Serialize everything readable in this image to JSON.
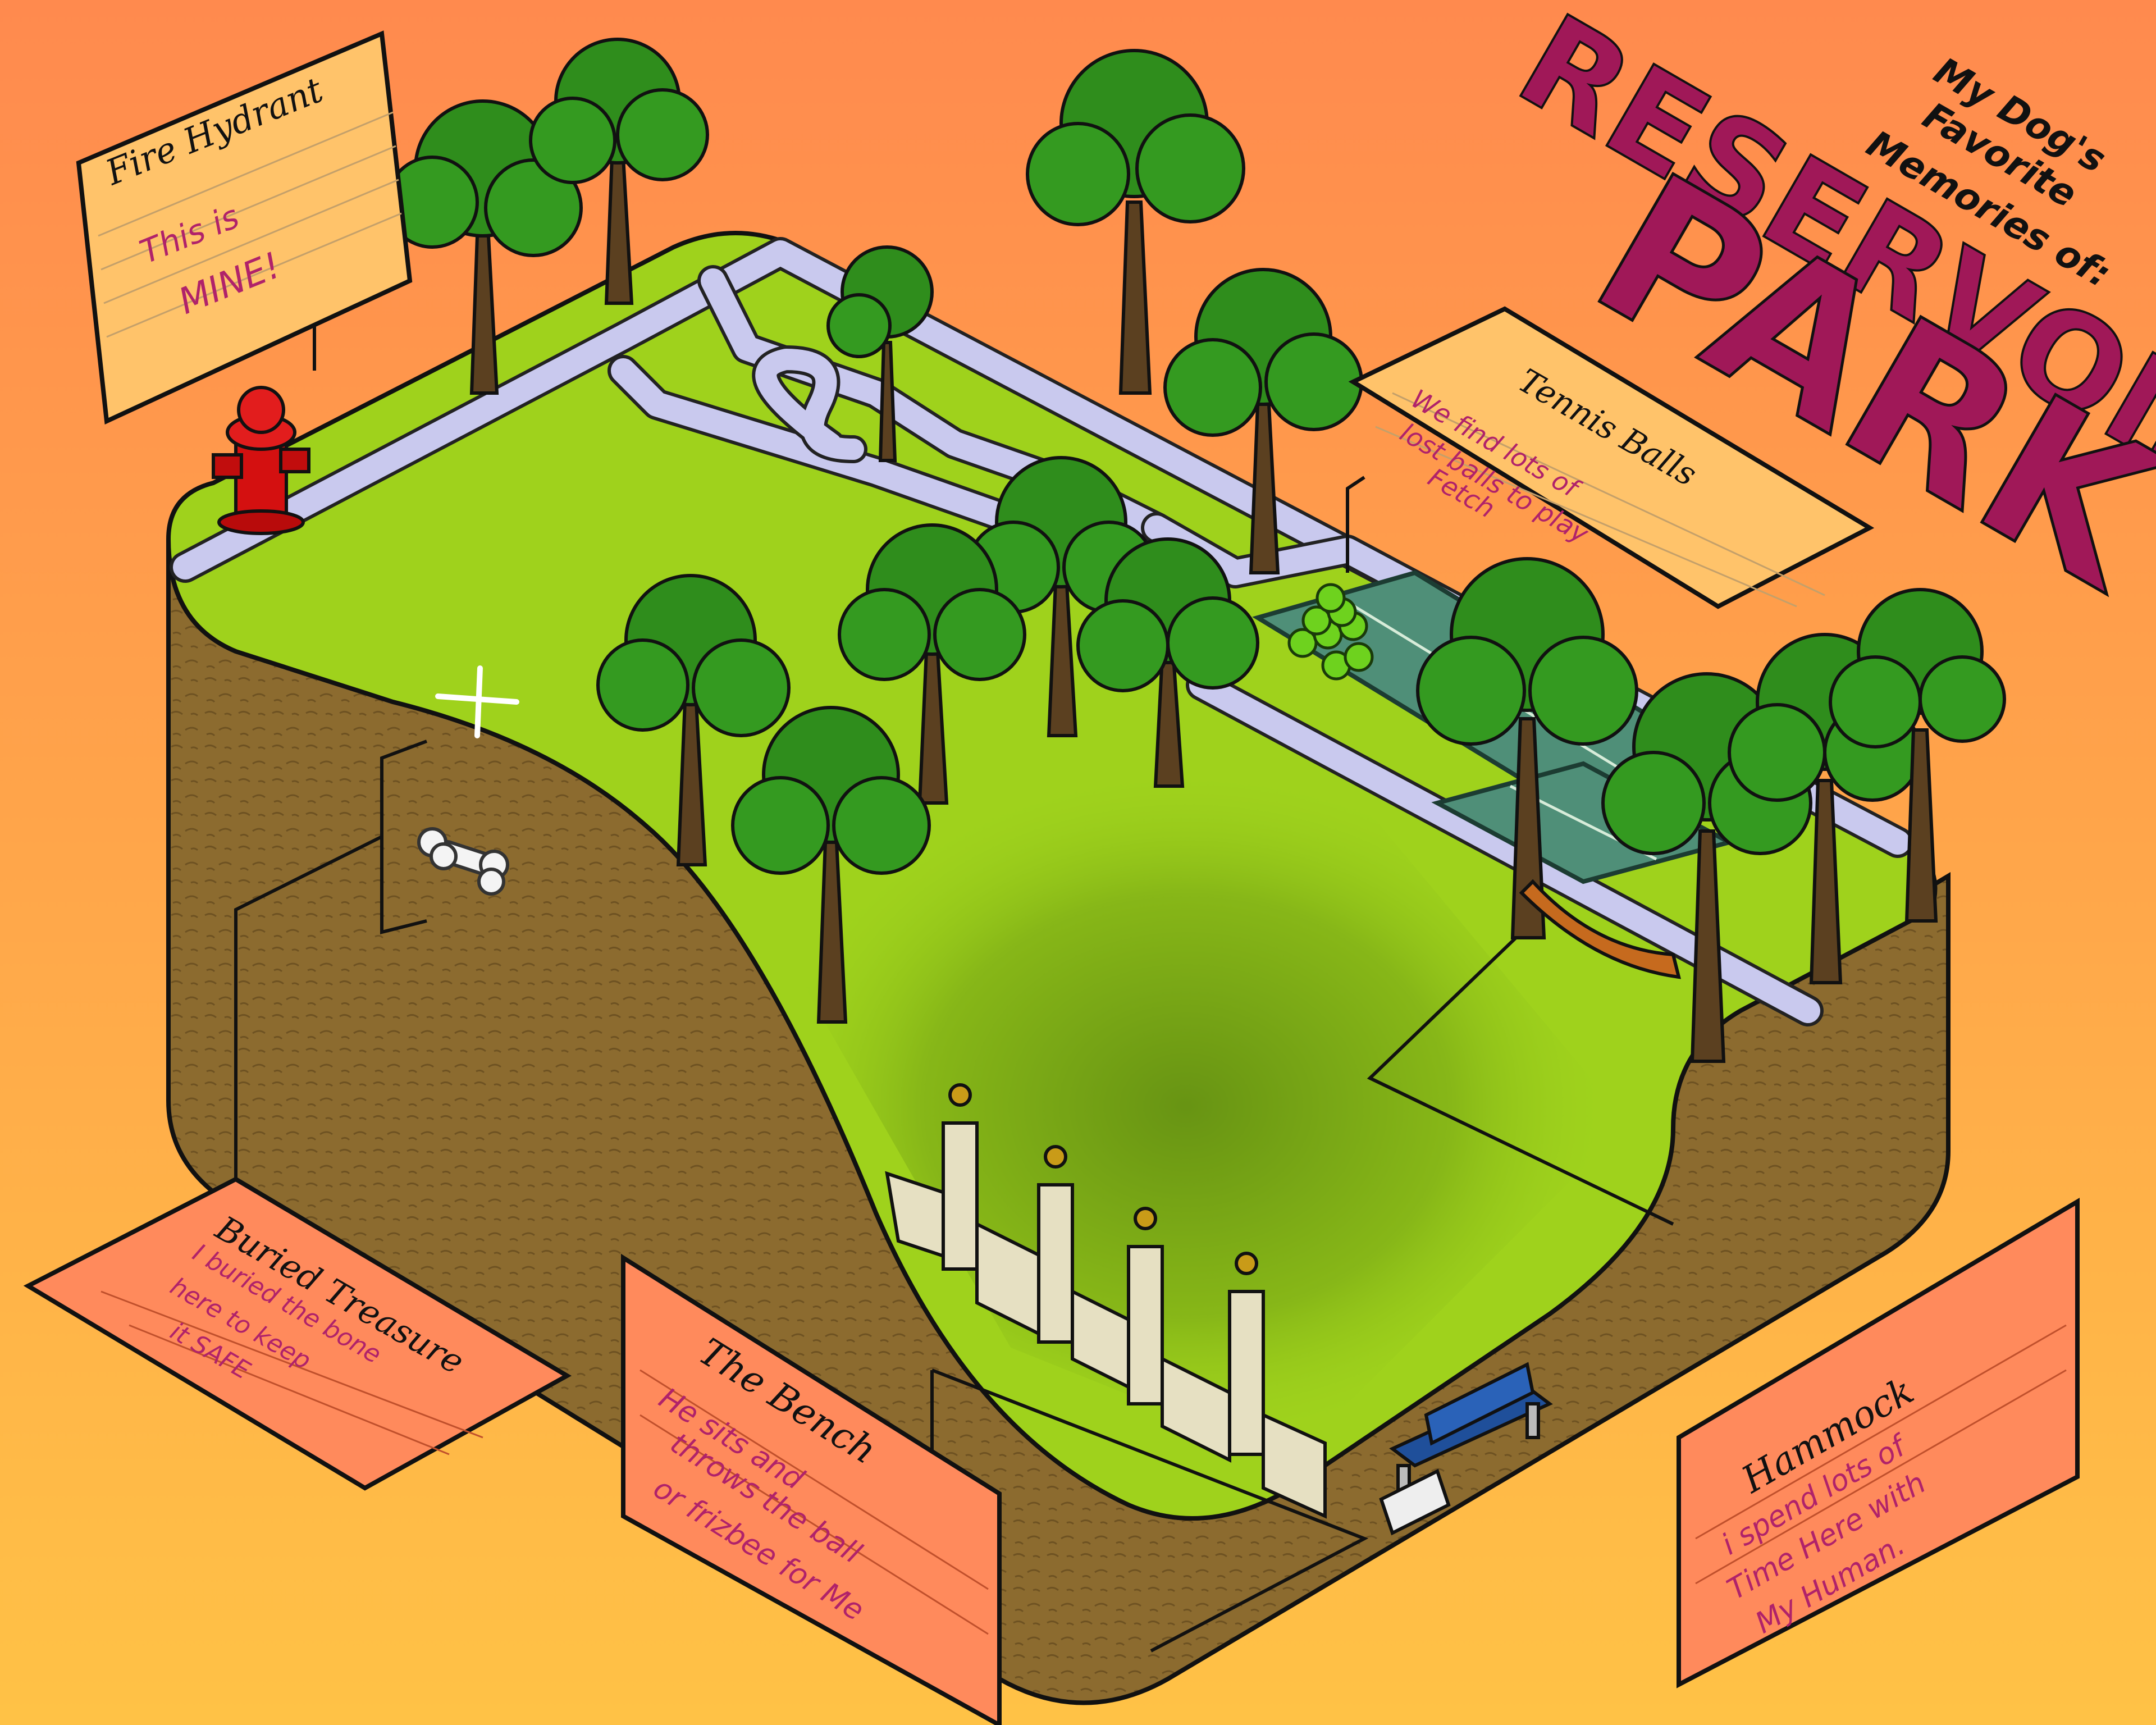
{
  "title": {
    "line1": "My Dog's",
    "line2": "Favorite",
    "line3": "Memories of:",
    "line4": "RESERVOIR",
    "line5": "PARK"
  },
  "signs": {
    "hydrant": {
      "heading": "Fire Hydrant",
      "note1": "This is",
      "note2": "MINE!"
    },
    "tennis": {
      "heading": "Tennis Balls",
      "note1": "We find lots of",
      "note2": "lost balls to play",
      "note3": "Fetch"
    },
    "treasure": {
      "heading": "Buried Treasure",
      "note1": "I buried the bone",
      "note2": "here to keep",
      "note3": "it SAFE"
    },
    "bench": {
      "heading": "The Bench",
      "note1": "He sits and",
      "note2": "throws the ball",
      "note3": "or frizbee for Me"
    },
    "hammock": {
      "heading": "Hammock",
      "note1": "i spend lots of",
      "note2": "Time Here with",
      "note3": "My Human."
    }
  },
  "colors": {
    "bg_top": "#ff8c4f",
    "bg_bottom": "#ffc047",
    "title": "#a01858",
    "grass": "#9fd21c",
    "grass_shadow": "#5c8a12",
    "dirt": "#8a6a2e",
    "path": "#c9c9ee",
    "court": "#4f8f78",
    "sign_yellow": "#ffc36a",
    "sign_salmon": "#ff8a5c",
    "handwriting": "#b0226a",
    "hydrant": "#d41010",
    "tree_leaf": "#2f8d1c",
    "trunk": "#5b4020",
    "bench": "#1f4f9a",
    "fence": "#e6e0c2"
  },
  "icons": [
    "fire-hydrant-icon",
    "bone-icon",
    "tennis-ball-icon",
    "hammock-icon",
    "bench-icon",
    "fence-icon",
    "tree-icon",
    "x-mark-icon"
  ]
}
